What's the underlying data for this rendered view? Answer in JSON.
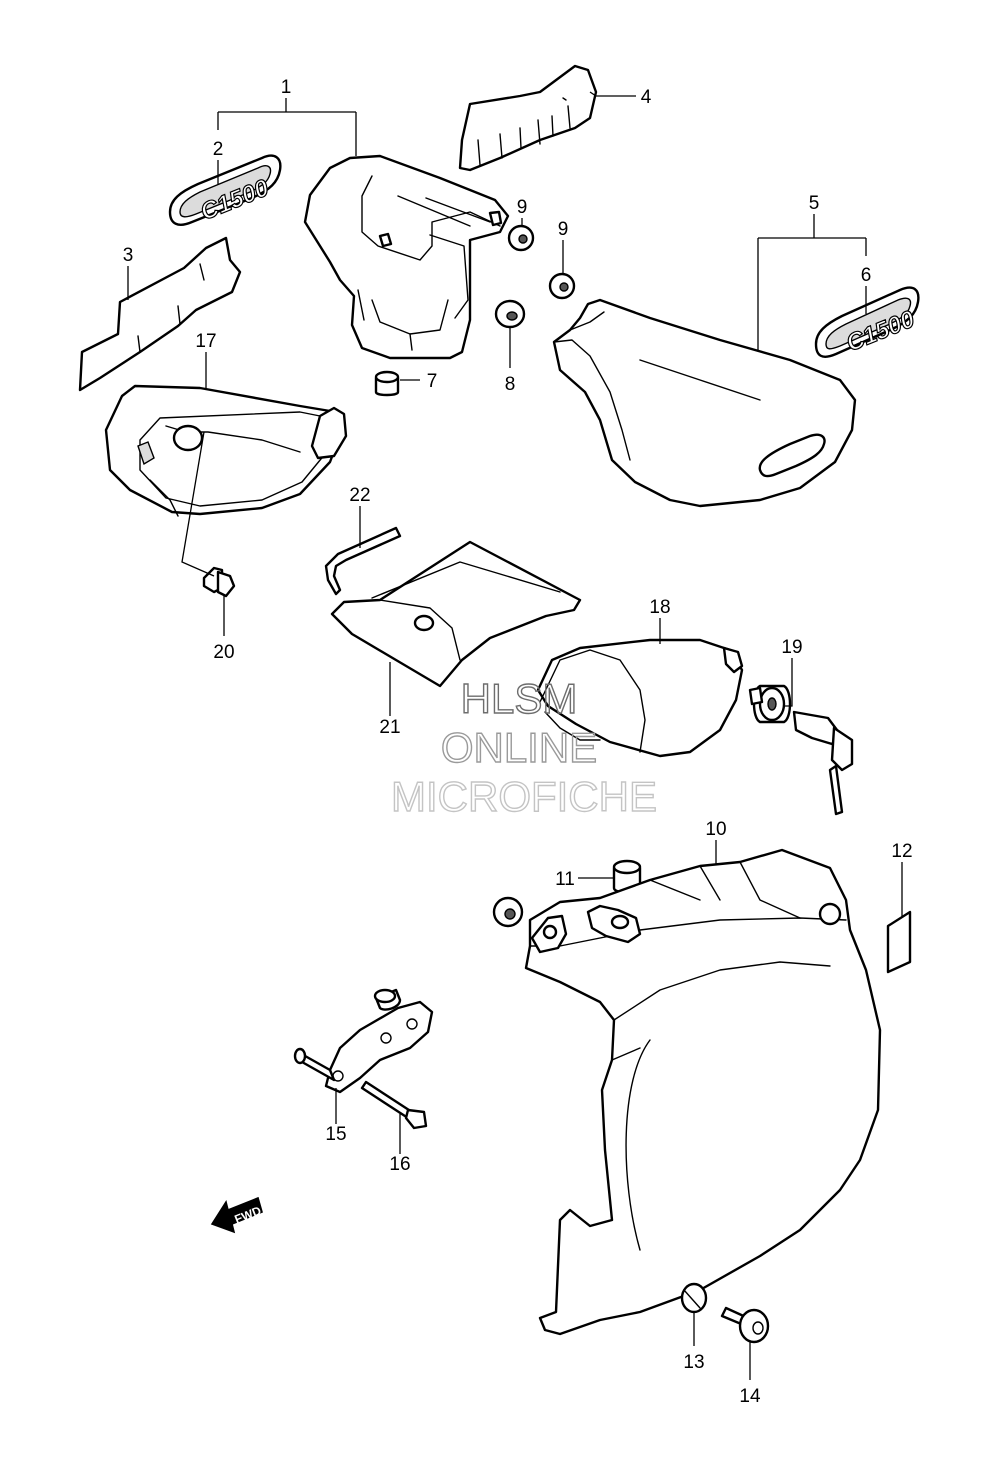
{
  "diagram": {
    "callouts": [
      {
        "id": "c1",
        "label": "1"
      },
      {
        "id": "c2",
        "label": "2"
      },
      {
        "id": "c3",
        "label": "3"
      },
      {
        "id": "c4",
        "label": "4"
      },
      {
        "id": "c5",
        "label": "5"
      },
      {
        "id": "c6",
        "label": "6"
      },
      {
        "id": "c7",
        "label": "7"
      },
      {
        "id": "c8",
        "label": "8"
      },
      {
        "id": "c9a",
        "label": "9"
      },
      {
        "id": "c9b",
        "label": "9"
      },
      {
        "id": "c10",
        "label": "10"
      },
      {
        "id": "c11",
        "label": "11"
      },
      {
        "id": "c12",
        "label": "12"
      },
      {
        "id": "c13",
        "label": "13"
      },
      {
        "id": "c14",
        "label": "14"
      },
      {
        "id": "c15",
        "label": "15"
      },
      {
        "id": "c16",
        "label": "16"
      },
      {
        "id": "c17",
        "label": "17"
      },
      {
        "id": "c18",
        "label": "18"
      },
      {
        "id": "c19",
        "label": "19"
      },
      {
        "id": "c20",
        "label": "20"
      },
      {
        "id": "c21",
        "label": "21"
      },
      {
        "id": "c22",
        "label": "22"
      }
    ],
    "emblem_left_text": "C1500",
    "emblem_right_text": "C1500",
    "fwd_label": "FWD",
    "watermark": [
      "HLSM",
      "ONLINE",
      "MICROFICHE"
    ],
    "colors": {
      "line": "#000000",
      "background": "#ffffff",
      "watermark": "#9a9a9a"
    }
  }
}
